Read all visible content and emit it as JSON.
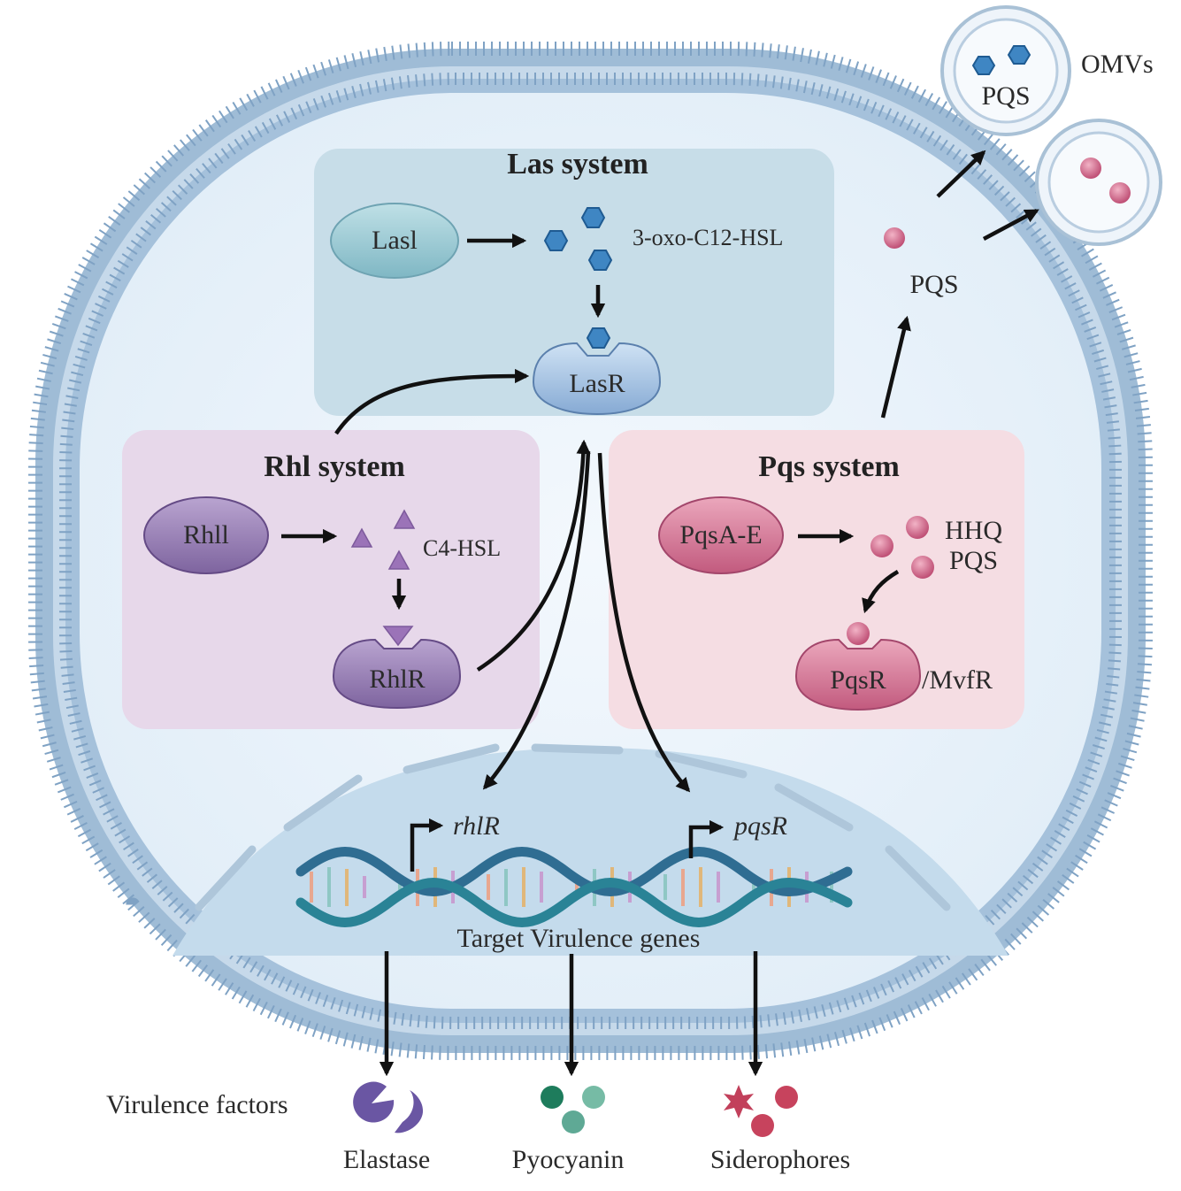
{
  "las": {
    "title": "Las system",
    "synthase": "Lasl",
    "signal": "3-oxo-C12-HSL",
    "receptor": "LasR",
    "color": "#c7dde8"
  },
  "rhl": {
    "title": "Rhl system",
    "synthase": "Rhll",
    "signal": "C4-HSL",
    "receptor": "RhlR",
    "color": "#e7d8ea"
  },
  "pqs": {
    "title": "Pqs system",
    "synthase": "PqsA-E",
    "signal_1": "HHQ",
    "signal_2": "PQS",
    "receptor": "PqsR",
    "receptor_suffix": "/MvfR",
    "color": "#f5dde3"
  },
  "secreted": {
    "pqs_label": "PQS",
    "omv_label": "OMVs",
    "omv_pqs_label": "PQS"
  },
  "nucleoid": {
    "gene_1": "rhlR",
    "gene_2": "pqsR",
    "target_label": "Target Virulence genes"
  },
  "outputs": {
    "section_label": "Virulence factors",
    "items": [
      "Elastase",
      "Pyocyanin",
      "Siderophores"
    ]
  }
}
